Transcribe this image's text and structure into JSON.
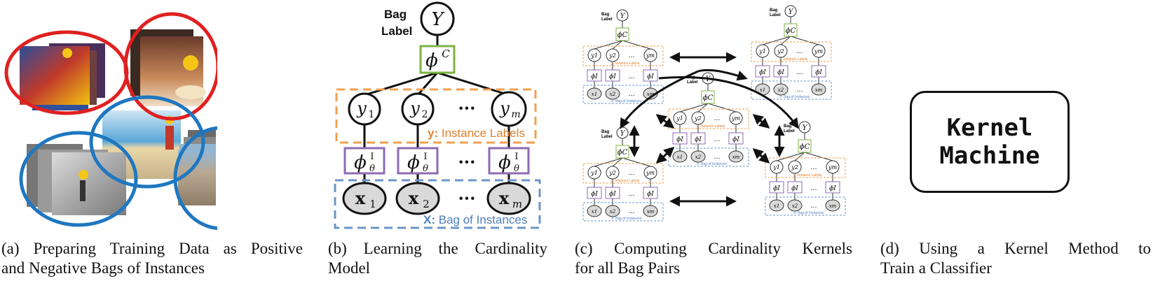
{
  "panel_b": {
    "bag_label_1": "Bag",
    "bag_label_2": "Label",
    "root_node": "Y",
    "phi_c": "ϕ",
    "phi_c_sup": "C",
    "y_nodes": [
      "y",
      "y",
      "y"
    ],
    "y_subs": [
      "1",
      "2",
      "m"
    ],
    "ellipsis": "···",
    "instance_labels_prefix": "y:",
    "instance_labels_text": "Instance Labels",
    "phi_theta": "ϕ",
    "phi_theta_sup": "I",
    "phi_theta_sub": "θ",
    "x_nodes": [
      "x",
      "x",
      "x"
    ],
    "x_subs": [
      "1",
      "2",
      "m"
    ],
    "bag_instances_prefix": "X:",
    "bag_instances_text": "Bag of Instances"
  },
  "panel_c": {
    "mini_bag_label_1": "Bag",
    "mini_bag_label_2": "Label",
    "mini_root": "Y",
    "mini_y": [
      "y1",
      "y2",
      "ym"
    ],
    "mini_x": [
      "x1",
      "x2",
      "xm"
    ],
    "mini_dots": "…",
    "mini_instance_labels": "y: Instance Labels",
    "mini_bag_instances": "X: Bag of Instances"
  },
  "panel_d": {
    "kernel_line1": "Kernel",
    "kernel_line2": "Machine"
  },
  "captions": {
    "a_line1": "(a)  Preparing Training Data as Positive",
    "a_line2": "and Negative Bags of Instances",
    "b_line1": "(b)  Learning the Cardinality",
    "b_line2": "Model",
    "c_line1": "(c)  Computing Cardinality Kernels",
    "c_line2": "for all Bag Pairs",
    "d_line1": "(d)  Using a Kernel Method to",
    "d_line2": "Train a Classifier"
  },
  "colors": {
    "positive_bag": "#e02020",
    "negative_bag": "#1f77c0",
    "phi_c_box": "#7cb342",
    "phi_theta_box": "#8e6bb5",
    "instance_labels_dash": "#f0a050",
    "bag_instances_dash": "#6b96c8",
    "x_node_fill": "#d9d9d9"
  }
}
